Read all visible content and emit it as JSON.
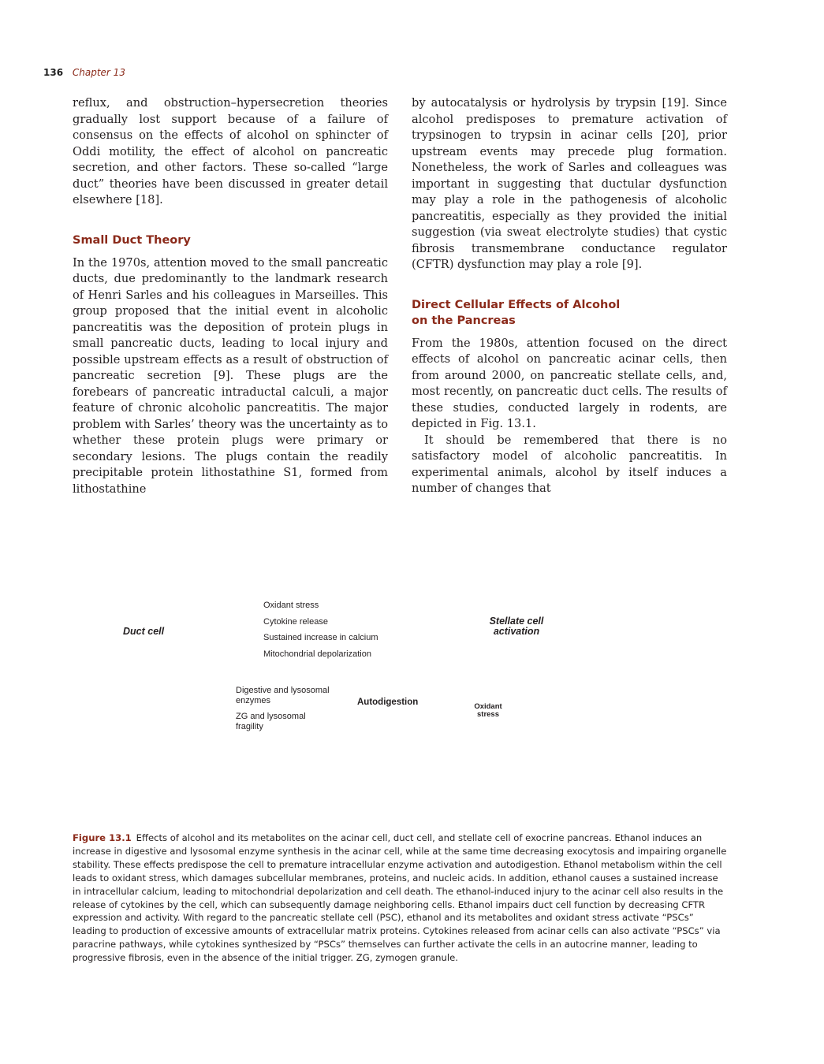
{
  "running_head": {
    "page_number": "136",
    "chapter": "Chapter 13"
  },
  "left_column": {
    "p1": "reflux, and obstruction–hypersecretion theories gradually lost support because of a failure of consensus on the effects of alcohol on sphincter of Oddi motility, the effect of alcohol on pancreatic secretion, and other factors. These so-called “large duct” theories have been discussed in greater detail elsewhere [18].",
    "heading": "Small Duct Theory",
    "p2": "In the 1970s, attention moved to the small pancreatic ducts, due predominantly to the landmark research of Henri Sarles and his colleagues in Marseilles. This group proposed that the initial event in alcoholic pancreatitis was the deposition of protein plugs in small pancreatic ducts, leading to local injury and possible upstream effects as a result of obstruction of pancreatic secretion [9]. These plugs are the forebears of pancreatic intraductal calculi, a major feature of chronic alcoholic pancreatitis. The major problem with Sarles’ theory was the uncertainty as to whether these protein plugs were primary or secondary lesions. The plugs contain the readily precipitable protein lithostathine S1, formed from lithostathine"
  },
  "right_column": {
    "p1": "by autocatalysis or hydrolysis by trypsin [19]. Since alcohol predisposes to premature activation of trypsinogen to trypsin in acinar cells [20], prior upstream events may precede plug formation. Nonetheless, the work of Sarles and colleagues was important in suggesting that ductular dysfunction may play a role in the pathogenesis of alcoholic pancreatitis, especially as they provided the initial suggestion (via sweat electrolyte studies) that cystic fibrosis transmembrane conductance regulator (CFTR) dysfunction may play a role [9].",
    "heading_line1": "Direct Cellular Effects of Alcohol",
    "heading_line2": "on the Pancreas",
    "p2": "From the 1980s, attention focused on the direct effects of alcohol on pancreatic acinar cells, then from around 2000, on pancreatic stellate cells, and, most recently, on pancreatic duct cells. The results of these studies, conducted largely in rodents, are depicted in Fig. 13.1.",
    "p3": "It should be remembered that there is no satisfactory model of alcoholic pancreatitis. In experimental animals, alcohol by itself induces a number of changes that"
  },
  "figure": {
    "duct_cell": "Duct cell",
    "oxidant_stress": "Oxidant stress",
    "cytokine_release": "Cytokine release",
    "calcium": "Sustained increase in calcium",
    "mito": "Mitochondrial depolarization",
    "stellate_line1": "Stellate cell",
    "stellate_line2": "activation",
    "digestive_line1": "Digestive and lysosomal",
    "digestive_line2": "enzymes",
    "zg_line1": "ZG and lysosomal",
    "zg_line2": "fragility",
    "autodigestion": "Autodigestion",
    "oxidant2_line1": "Oxidant",
    "oxidant2_line2": "stress"
  },
  "caption": {
    "label": "Figure 13.1",
    "text": "Effects of alcohol and its metabolites on the acinar cell, duct cell, and stellate cell of exocrine pancreas. Ethanol induces an increase in digestive and lysosomal enzyme synthesis in the acinar cell, while at the same time decreasing exocytosis and impairing organelle stability. These effects predispose the cell to premature intracellular enzyme activation and autodigestion. Ethanol metabolism within the cell leads to oxidant stress, which damages subcellular membranes, proteins, and nucleic acids. In addition, ethanol causes a sustained increase in intracellular calcium, leading to mitochondrial depolarization and cell death. The ethanol-induced injury to the acinar cell also results in the release of cytokines by the cell, which can subsequently damage neighboring cells. Ethanol impairs duct cell function by decreasing CFTR expression and activity. With regard to the pancreatic stellate cell (PSC), ethanol and its metabolites and oxidant stress activate “PSCs” leading to production of excessive amounts of extracellular matrix proteins. Cytokines released from acinar cells can also activate “PSCs” via paracrine pathways, while cytokines synthesized by “PSCs” themselves can further activate the cells in an autocrine manner, leading to progressive fibrosis, even in the absence of the initial trigger. ZG, zymogen granule."
  }
}
